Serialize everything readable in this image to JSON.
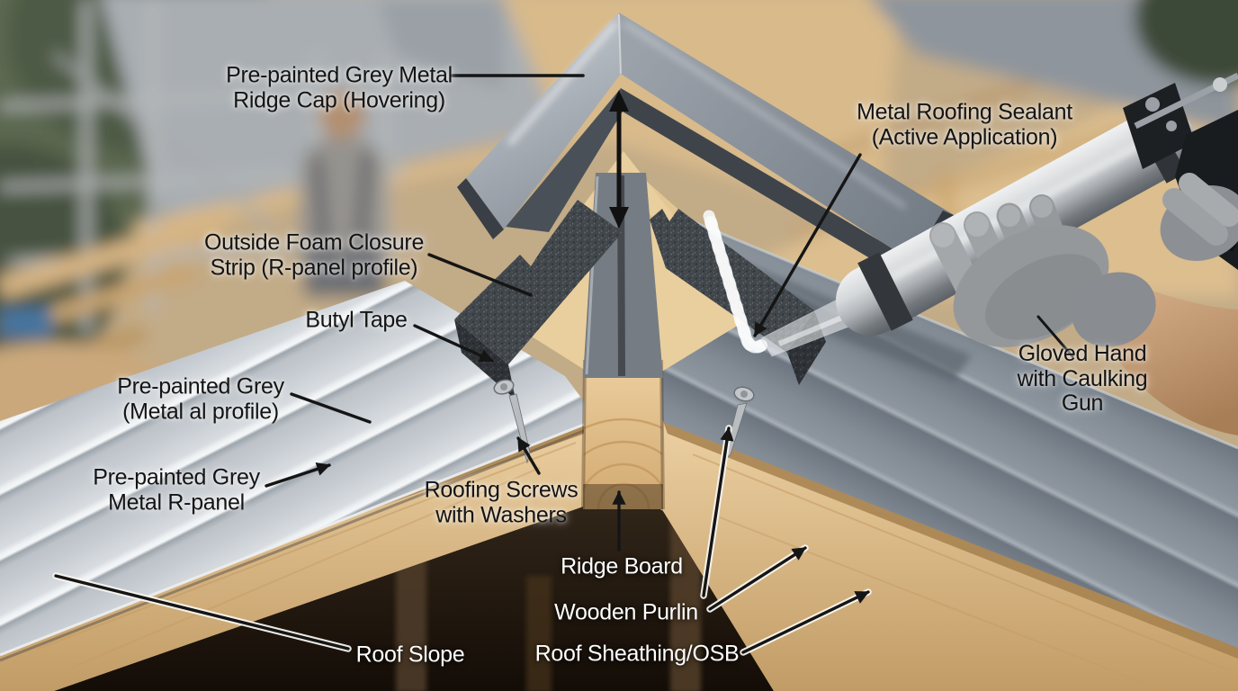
{
  "labels": {
    "ridge_cap": "Pre-painted Grey Metal\nRidge Cap (Hovering)",
    "sealant": "Metal Roofing Sealant\n(Active Application)",
    "foam_closure": "Outside Foam Closure\nStrip (R-panel profile)",
    "butyl_tape": "Butyl Tape",
    "metal_profile": "Pre-painted Grey\n(Metal al profile)",
    "r_panel": "Pre-painted Grey\nMetal R-panel",
    "roofing_screws": "Roofing Screws\nwith Washers",
    "ridge_board": "Ridge Board",
    "wooden_purlin": "Wooden Purlin",
    "roof_sheathing": "Roof Sheathing/OSB",
    "roof_slope": "Roof Slope",
    "gloved_hand": "Gloved Hand\nwith Caulking Gun"
  },
  "colors": {
    "label_black": "#141414",
    "label_white": "#ffffff",
    "metal_panel_light": "#c9ced4",
    "metal_panel_grey": "#87909a",
    "ridge_cap_grey": "#979ea6",
    "foam_dark": "#3f4347",
    "wood_tan": "#d9b480",
    "wood_shadow": "#241a10",
    "sealant_bead": "#f4f6f7",
    "caulk_gun_barrel": "#c9ccd0"
  }
}
